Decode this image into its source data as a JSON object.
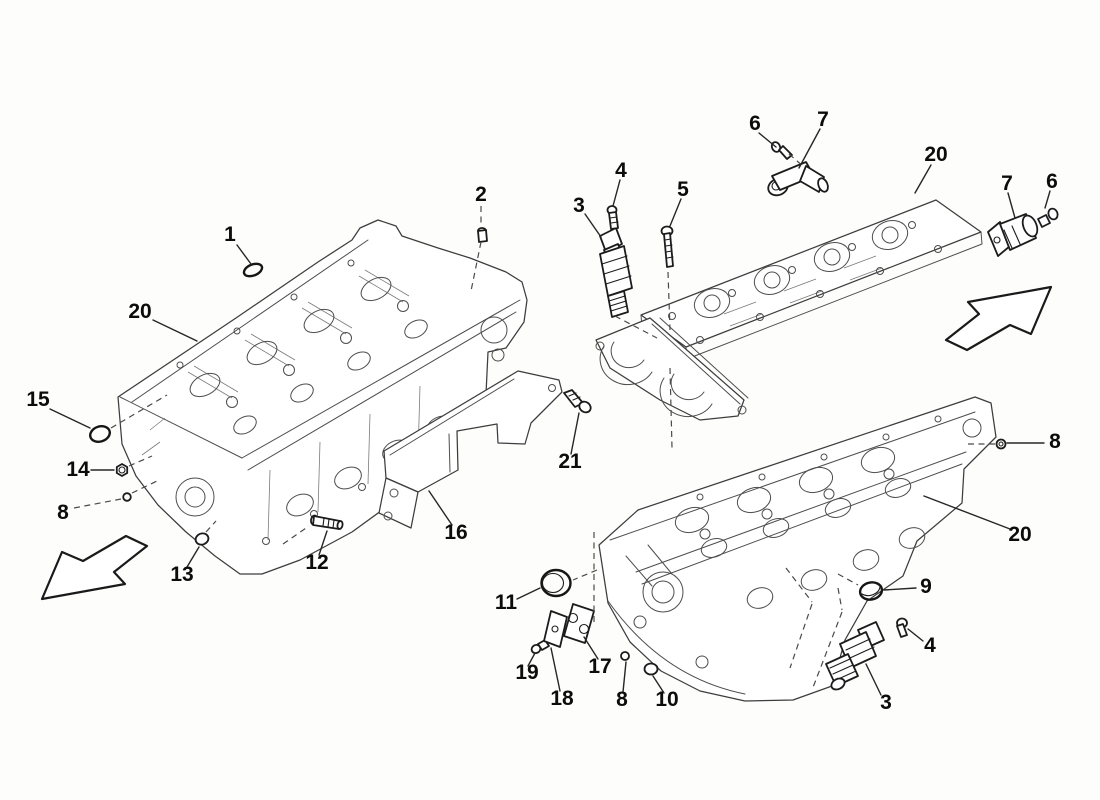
{
  "diagram": {
    "type": "exploded-parts-diagram",
    "subject": "cylinder-head",
    "colors": {
      "line": "#3d3d3d",
      "hardware_line": "#1c1c1c",
      "label": "#0c0c0c",
      "background": "#fdfdfc"
    },
    "callouts": [
      {
        "label": "1"
      },
      {
        "label": "2"
      },
      {
        "label": "3"
      },
      {
        "label": "4"
      },
      {
        "label": "5"
      },
      {
        "label": "6"
      },
      {
        "label": "7"
      },
      {
        "label": "20"
      },
      {
        "label": "7"
      },
      {
        "label": "6"
      },
      {
        "label": "20"
      },
      {
        "label": "15"
      },
      {
        "label": "14"
      },
      {
        "label": "8"
      },
      {
        "label": "13"
      },
      {
        "label": "12"
      },
      {
        "label": "16"
      },
      {
        "label": "21"
      },
      {
        "label": "8"
      },
      {
        "label": "20"
      },
      {
        "label": "9"
      },
      {
        "label": "4"
      },
      {
        "label": "3"
      },
      {
        "label": "8"
      },
      {
        "label": "10"
      },
      {
        "label": "17"
      },
      {
        "label": "18"
      },
      {
        "label": "19"
      },
      {
        "label": "11"
      }
    ]
  }
}
